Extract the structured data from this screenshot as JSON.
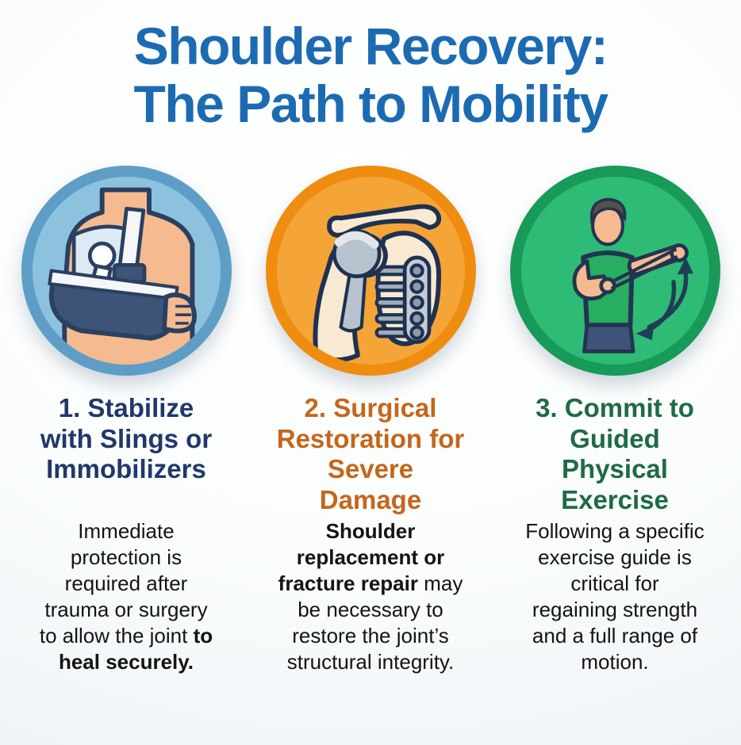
{
  "title": "Shoulder Recovery:\nThe Path to Mobility",
  "title_color": "#1c6bb2",
  "body_text_color": "#141414",
  "columns": [
    {
      "step": "1",
      "icon": "arm-in-sling-icon",
      "circle_ring_color": "#5e9ec6",
      "circle_fill_color": "#8dc2df",
      "heading": "1. Stabilize\nwith Slings or\nImmobilizers",
      "heading_color": "#20386b",
      "body_segments": [
        {
          "text": "Immediate\nprotection is\nrequired after\ntrauma or surgery\nto allow the joint ",
          "bold": false
        },
        {
          "text": "to\nheal securely.",
          "bold": true
        }
      ]
    },
    {
      "step": "2",
      "icon": "shoulder-implant-icon",
      "circle_ring_color": "#ee8d10",
      "circle_fill_color": "#f5a438",
      "heading": "2. Surgical\nRestoration for\nSevere\nDamage",
      "heading_color": "#c4661c",
      "body_segments": [
        {
          "text": "Shoulder\nreplacement or\nfracture repair",
          "bold": true
        },
        {
          "text": " may\nbe necessary to\nrestore the joint’s\nstructural integrity.",
          "bold": false
        }
      ]
    },
    {
      "step": "3",
      "icon": "resistance-band-exercise-icon",
      "circle_ring_color": "#189a58",
      "circle_fill_color": "#2ebb75",
      "heading": "3. Commit to\nGuided\nPhysical\nExercise",
      "heading_color": "#1e6b45",
      "body_segments": [
        {
          "text": "Following a specific\nexercise guide is\ncritical for\nregaining strength\nand a full range of\nmotion.",
          "bold": false
        }
      ]
    }
  ]
}
